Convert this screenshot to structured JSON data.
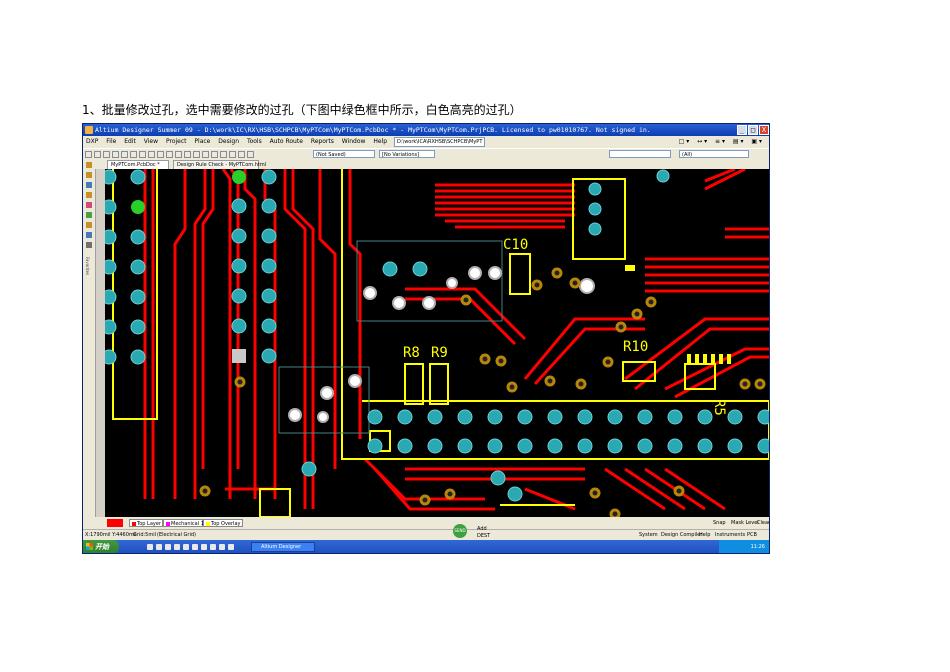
{
  "caption": "1、批量修改过孔，选中需要修改的过孔（下图中绿色框中所示，白色高亮的过孔）",
  "window": {
    "title": "Altium Designer Summer 09 - D:\\work\\IC\\RX\\HSB\\SCHPCB\\MyPTCom\\MyPTCom.PcbDoc * - MyPTCom\\MyPTCom.PrjPCB. Licensed to pw01010767. Not signed in.",
    "controls": [
      "_",
      "□",
      "X"
    ]
  },
  "menubar": {
    "items": [
      "DXP",
      "File",
      "Edit",
      "View",
      "Project",
      "Place",
      "Design",
      "Tools",
      "Auto Route",
      "Reports",
      "Window",
      "Help"
    ],
    "path_combo": "D:\\work\\ICA\\RXHSB\\SCHPCB\\MyPT",
    "right_items": [
      "□ ▾",
      "↔ ▾",
      "≡ ▾",
      "▤ ▾",
      "▣ ▾"
    ]
  },
  "toolbar": {
    "net_combo": "(Not Saved)",
    "variations_combo": "[No Variations]",
    "right_combo_1": "",
    "right_combo_2": "(All)"
  },
  "doc_tabs": [
    "MyPTCom.PcbDoc *",
    "Design Rule Check - MyPTCom.html"
  ],
  "left_panel_label": "Favorites",
  "pcb": {
    "labels": [
      "C10",
      "R8",
      "R9",
      "R10",
      "R5"
    ]
  },
  "layer_tabs": [
    {
      "label": "Top Layer",
      "color": "#ff0000"
    },
    {
      "label": "Mechanical 1",
      "color": "#ff00ff"
    },
    {
      "label": "Top Overlay",
      "color": "#ffff00"
    }
  ],
  "bottom_right": [
    "Snap",
    "Mask Level",
    "Clear"
  ],
  "status": {
    "coords": "X:1790mil Y:4460mil",
    "grid": "Grid:5mil",
    "electrical_grid": "(Electrical Grid)",
    "badge": "SEND",
    "nav_up": "Add",
    "nav_down": "DEST",
    "panels": [
      "System",
      "Design Compiler",
      "Help",
      "Instruments",
      "PCB"
    ]
  },
  "taskbar": {
    "start_label": "开始",
    "task_label": "Altium Designer",
    "clock": "11:26"
  },
  "colors": {
    "board": "#000000",
    "track": "#ff0000",
    "silkscreen": "#ffff00",
    "pad": "#2aa9b3",
    "via_ring": "#b8860b",
    "highlight": "#ffffff",
    "selected_via": "#2ad02a"
  }
}
